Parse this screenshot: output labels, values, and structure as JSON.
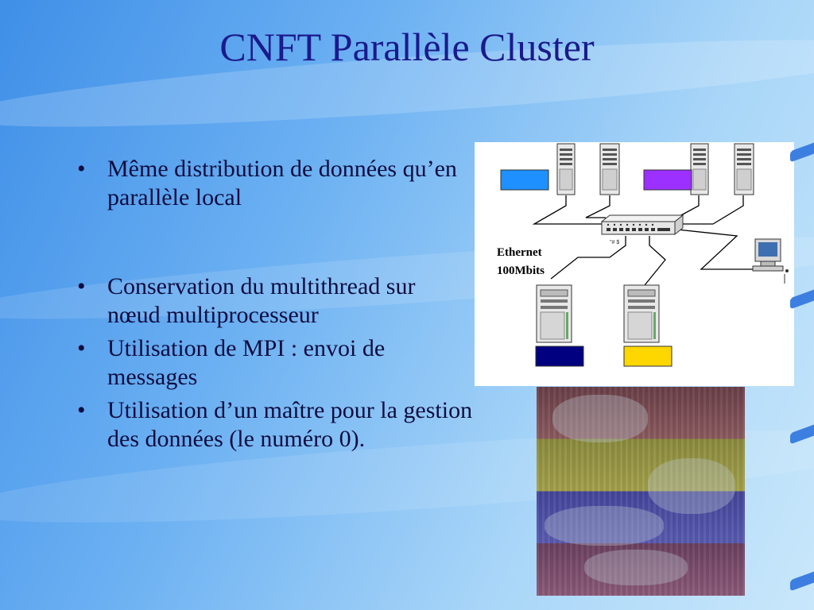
{
  "slide": {
    "title": "CNFT Parallèle Cluster",
    "bullets": [
      "Même distribution de données qu’en parallèle local",
      "Conservation du multithread sur nœud multiprocesseur",
      "Utilisation de MPI : envoi de messages",
      "Utilisation d’un maître pour la gestion des données (le numéro 0)."
    ]
  },
  "diagram": {
    "network_label_line1": "Ethernet",
    "network_label_line2": "100Mbits",
    "hub_caption": "\"# $",
    "node_colors": [
      "#1e90ff",
      "#9b30ff",
      "#000080",
      "#ffd700"
    ]
  },
  "colors": {
    "title": "#1a1a8c",
    "text": "#0d0d40",
    "background": "#6bb0f2"
  }
}
